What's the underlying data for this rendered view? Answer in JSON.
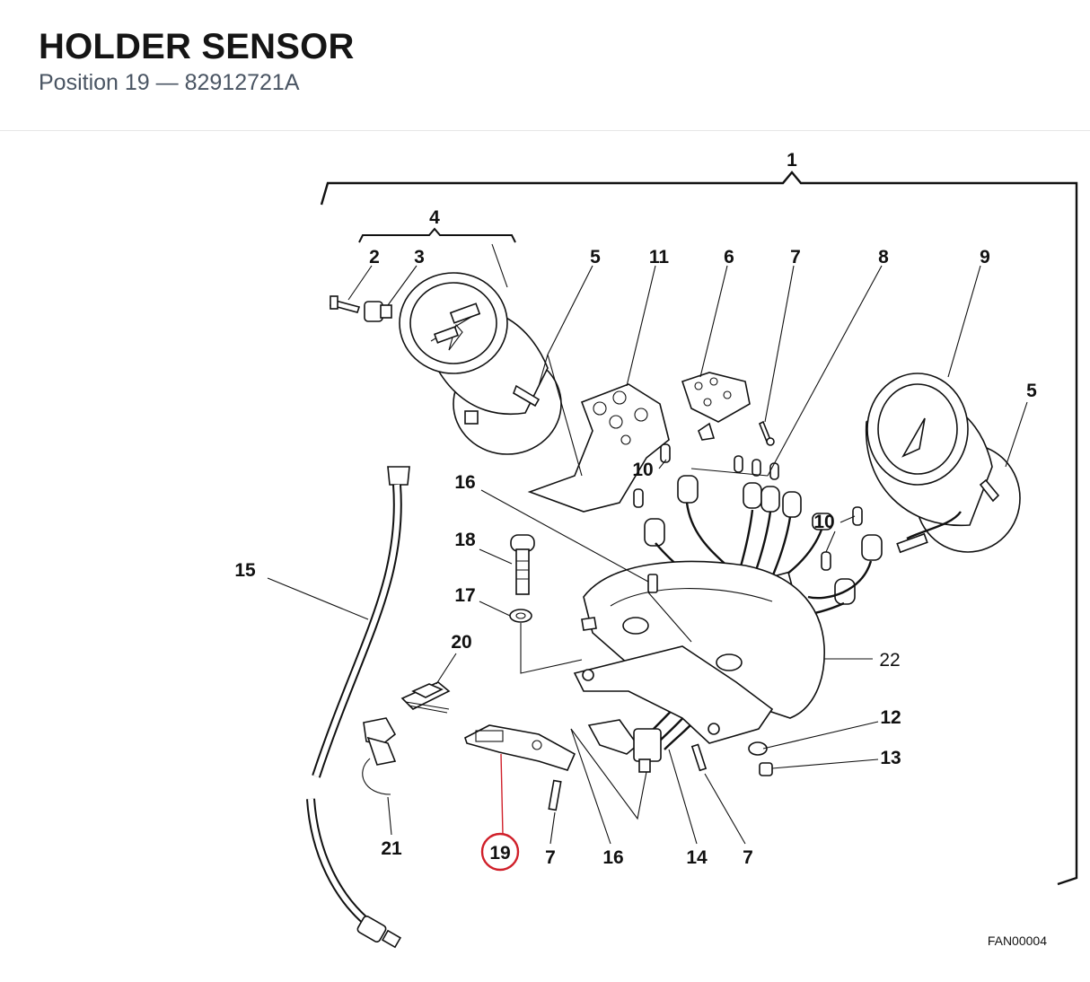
{
  "header": {
    "title": "HOLDER SENSOR",
    "subtitle": "Position 19 — 82912721A"
  },
  "diagram": {
    "highlight_color": "#d0202a",
    "figure_code": "FAN00004",
    "callouts": {
      "c1": "1",
      "c4": "4",
      "c2": "2",
      "c3": "3",
      "c5a": "5",
      "c11": "11",
      "c6": "6",
      "c7a": "7",
      "c8": "8",
      "c9": "9",
      "c5b": "5",
      "c10a": "10",
      "c10b": "10",
      "c16a": "16",
      "c18": "18",
      "c17": "17",
      "c15": "15",
      "c20": "20",
      "c22": "22",
      "c12": "12",
      "c13": "13",
      "c21": "21",
      "c19": "19",
      "c7b": "7",
      "c16b": "16",
      "c14": "14",
      "c7c": "7"
    }
  }
}
